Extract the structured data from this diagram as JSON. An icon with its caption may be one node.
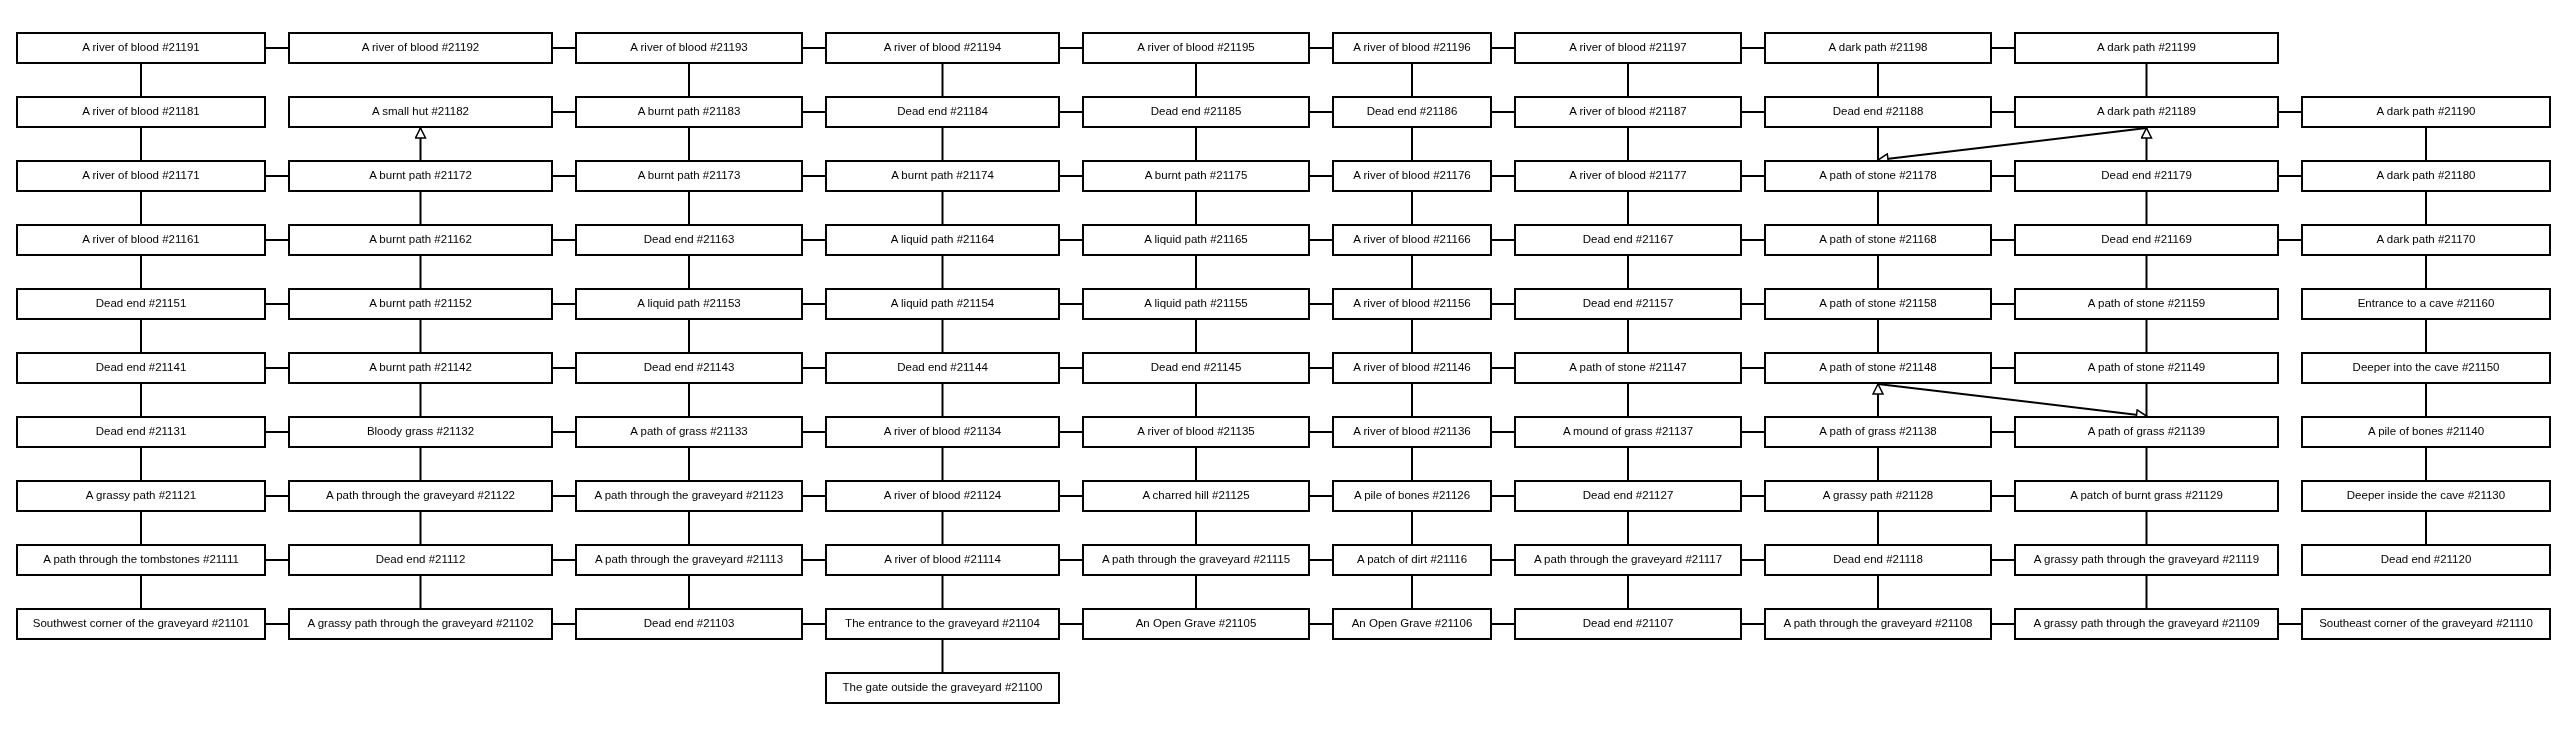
{
  "diagram": {
    "nodes": [
      {
        "text": [
          "A river of blood #21191"
        ]
      },
      {
        "text": [
          "A river of blood #21192"
        ]
      },
      {
        "text": [
          "A river of blood #21193"
        ]
      },
      {
        "text": [
          "A river of blood #21194"
        ]
      },
      {
        "text": [
          "A river of blood #21195"
        ]
      },
      {
        "text": [
          "A river of blood #21196"
        ]
      },
      {
        "text": [
          "A river of blood #21197"
        ]
      },
      {
        "text": [
          "A dark path #21198"
        ]
      },
      {
        "text": [
          "A dark path #21199"
        ]
      },
      {
        "text": [
          "A river of blood #21181"
        ]
      },
      {
        "text": [
          "A small hut #21182"
        ]
      },
      {
        "text": [
          "A burnt path #21183"
        ]
      },
      {
        "text": [
          "Dead end #21184"
        ]
      },
      {
        "text": [
          "Dead end #21185"
        ]
      },
      {
        "text": [
          "Dead end #21186"
        ]
      },
      {
        "text": [
          "A river of blood #21187"
        ]
      },
      {
        "text": [
          "Dead end #21188"
        ]
      },
      {
        "text": [
          "A dark path #21189"
        ]
      },
      {
        "text": [
          "A dark path #21190"
        ]
      },
      {
        "text": [
          "A river of blood #21171"
        ]
      },
      {
        "text": [
          "A burnt path #21172"
        ]
      },
      {
        "text": [
          "A burnt path #21173"
        ]
      },
      {
        "text": [
          "A burnt path #21174"
        ]
      },
      {
        "text": [
          "A burnt path #21175"
        ]
      },
      {
        "text": [
          "A river of blood #21176"
        ]
      },
      {
        "text": [
          "A river of blood #21177"
        ]
      },
      {
        "text": [
          "A path of stone #21178"
        ]
      },
      {
        "text": [
          "Dead end #21179"
        ]
      },
      {
        "text": [
          "A dark path #21180"
        ]
      },
      {
        "text": [
          "A river of blood #21161"
        ]
      },
      {
        "text": [
          "A burnt path #21162"
        ]
      },
      {
        "text": [
          "Dead end #21163"
        ]
      },
      {
        "text": [
          "A liquid path #21164"
        ]
      },
      {
        "text": [
          "A liquid path #21165"
        ]
      },
      {
        "text": [
          "A river of blood #21166"
        ]
      },
      {
        "text": [
          "Dead end #21167"
        ]
      },
      {
        "text": [
          "A path of stone #21168"
        ]
      },
      {
        "text": [
          "Dead end #21169"
        ]
      },
      {
        "text": [
          "A dark path #21170"
        ]
      },
      {
        "text": [
          "Dead end #21151"
        ]
      },
      {
        "text": [
          "A burnt path #21152"
        ]
      },
      {
        "text": [
          "A liquid path #21153"
        ]
      },
      {
        "text": [
          "A liquid path #21154"
        ]
      },
      {
        "text": [
          "A liquid path #21155"
        ]
      },
      {
        "text": [
          "A river of blood #21156"
        ]
      },
      {
        "text": [
          "Dead end #21157"
        ]
      },
      {
        "text": [
          "A path of stone #21158"
        ]
      },
      {
        "text": [
          "A path of stone #21159"
        ]
      },
      {
        "text": [
          "Entrance to a cave #21160"
        ]
      },
      {
        "text": [
          "Dead end #21141"
        ]
      },
      {
        "text": [
          "A burnt path #21142"
        ]
      },
      {
        "text": [
          "Dead end #21143"
        ]
      },
      {
        "text": [
          "Dead end #21144"
        ]
      },
      {
        "text": [
          "Dead end #21145"
        ]
      },
      {
        "text": [
          "A river of blood #21146"
        ]
      },
      {
        "text": [
          "A path of stone #21147"
        ]
      },
      {
        "text": [
          "A path of stone #21148"
        ]
      },
      {
        "text": [
          "A path of stone #21149"
        ]
      },
      {
        "text": [
          "Deeper into the cave #21150"
        ]
      },
      {
        "text": [
          "Dead end #21131"
        ]
      },
      {
        "text": [
          "Bloody grass #21132"
        ]
      },
      {
        "text": [
          "A path of grass #21133"
        ]
      },
      {
        "text": [
          "A river of blood #21134"
        ]
      },
      {
        "text": [
          "A river of blood #21135"
        ]
      },
      {
        "text": [
          "A river of blood #21136"
        ]
      },
      {
        "text": [
          "A mound of grass #21137"
        ]
      },
      {
        "text": [
          "A path of grass #21138"
        ]
      },
      {
        "text": [
          "A path of grass #21139"
        ]
      },
      {
        "text": [
          "A pile of bones #21140"
        ]
      },
      {
        "text": [
          "A grassy path #21121"
        ]
      },
      {
        "text": [
          "A path through the graveyard #21122"
        ]
      },
      {
        "text": [
          "A path through the graveyard #21123"
        ]
      },
      {
        "text": [
          "A river of blood #21124"
        ]
      },
      {
        "text": [
          "A charred hill #21125"
        ]
      },
      {
        "text": [
          "A pile of bones #21126"
        ]
      },
      {
        "text": [
          "Dead end #21127"
        ]
      },
      {
        "text": [
          "A grassy path #21128"
        ]
      },
      {
        "text": [
          "A patch of burnt grass #21129"
        ]
      },
      {
        "text": [
          "Deeper inside the cave #21130"
        ]
      },
      {
        "text": [
          "A path through the tombstones #21111"
        ]
      },
      {
        "text": [
          "Dead end #21112"
        ]
      },
      {
        "text": [
          "A path through the graveyard #21113"
        ]
      },
      {
        "text": [
          "A river of blood #21114"
        ]
      },
      {
        "text": [
          "A path through the graveyard #21115"
        ]
      },
      {
        "text": [
          "A patch of dirt #21116"
        ]
      },
      {
        "text": [
          "A path through the graveyard #21117"
        ]
      },
      {
        "text": [
          "Dead end #21118"
        ]
      },
      {
        "text": [
          "A grassy path through the graveyard #21119"
        ]
      },
      {
        "text": [
          "Dead end #21120"
        ]
      },
      {
        "text": [
          "Southwest corner of the graveyard #21101"
        ]
      },
      {
        "text": [
          "A grassy path through the graveyard #21102"
        ]
      },
      {
        "text": [
          "Dead end #21103"
        ]
      },
      {
        "text": [
          "The entrance to the graveyard #21104"
        ]
      },
      {
        "text": [
          "An Open Grave #21105"
        ]
      },
      {
        "text": [
          "An Open Grave #21106"
        ]
      },
      {
        "text": [
          "Dead end #21107"
        ]
      },
      {
        "text": [
          "A path through the graveyard #21108"
        ]
      },
      {
        "text": [
          "A grassy path through the graveyard #21109"
        ]
      },
      {
        "text": [
          "Southeast corner of the graveyard #21110"
        ]
      },
      {
        "text": [
          "The gate outside the graveyard #21100"
        ]
      }
    ],
    "edges": [
      {
        "from": 0,
        "to": 1,
        "arrow": "none"
      },
      {
        "from": 1,
        "to": 2,
        "arrow": "none"
      },
      {
        "from": 2,
        "to": 3,
        "arrow": "none"
      },
      {
        "from": 3,
        "to": 4,
        "arrow": "none"
      },
      {
        "from": 4,
        "to": 5,
        "arrow": "none"
      },
      {
        "from": 5,
        "to": 6,
        "arrow": "none"
      },
      {
        "from": 6,
        "to": 7,
        "arrow": "none"
      },
      {
        "from": 7,
        "to": 8,
        "arrow": "none"
      },
      {
        "from": 10,
        "to": 11,
        "arrow": "none"
      },
      {
        "from": 11,
        "to": 12,
        "arrow": "none"
      },
      {
        "from": 12,
        "to": 13,
        "arrow": "none"
      },
      {
        "from": 13,
        "to": 14,
        "arrow": "none"
      },
      {
        "from": 14,
        "to": 15,
        "arrow": "none"
      },
      {
        "from": 15,
        "to": 16,
        "arrow": "none"
      },
      {
        "from": 16,
        "to": 17,
        "arrow": "none"
      },
      {
        "from": 17,
        "to": 18,
        "arrow": "none"
      },
      {
        "from": 19,
        "to": 20,
        "arrow": "none"
      },
      {
        "from": 20,
        "to": 21,
        "arrow": "none"
      },
      {
        "from": 21,
        "to": 22,
        "arrow": "none"
      },
      {
        "from": 22,
        "to": 23,
        "arrow": "none"
      },
      {
        "from": 23,
        "to": 24,
        "arrow": "none"
      },
      {
        "from": 24,
        "to": 25,
        "arrow": "none"
      },
      {
        "from": 25,
        "to": 26,
        "arrow": "none"
      },
      {
        "from": 26,
        "to": 27,
        "arrow": "none"
      },
      {
        "from": 27,
        "to": 28,
        "arrow": "none"
      },
      {
        "from": 29,
        "to": 30,
        "arrow": "none"
      },
      {
        "from": 30,
        "to": 31,
        "arrow": "none"
      },
      {
        "from": 31,
        "to": 32,
        "arrow": "none"
      },
      {
        "from": 32,
        "to": 33,
        "arrow": "none"
      },
      {
        "from": 33,
        "to": 34,
        "arrow": "none"
      },
      {
        "from": 34,
        "to": 35,
        "arrow": "none"
      },
      {
        "from": 35,
        "to": 36,
        "arrow": "none"
      },
      {
        "from": 36,
        "to": 37,
        "arrow": "none"
      },
      {
        "from": 37,
        "to": 38,
        "arrow": "none"
      },
      {
        "from": 39,
        "to": 40,
        "arrow": "none"
      },
      {
        "from": 40,
        "to": 41,
        "arrow": "none"
      },
      {
        "from": 41,
        "to": 42,
        "arrow": "none"
      },
      {
        "from": 42,
        "to": 43,
        "arrow": "none"
      },
      {
        "from": 43,
        "to": 44,
        "arrow": "none"
      },
      {
        "from": 44,
        "to": 45,
        "arrow": "none"
      },
      {
        "from": 45,
        "to": 46,
        "arrow": "none"
      },
      {
        "from": 46,
        "to": 47,
        "arrow": "none"
      },
      {
        "from": 49,
        "to": 50,
        "arrow": "none"
      },
      {
        "from": 50,
        "to": 51,
        "arrow": "none"
      },
      {
        "from": 51,
        "to": 52,
        "arrow": "none"
      },
      {
        "from": 52,
        "to": 53,
        "arrow": "none"
      },
      {
        "from": 53,
        "to": 54,
        "arrow": "none"
      },
      {
        "from": 54,
        "to": 55,
        "arrow": "none"
      },
      {
        "from": 55,
        "to": 56,
        "arrow": "none"
      },
      {
        "from": 56,
        "to": 57,
        "arrow": "none"
      },
      {
        "from": 59,
        "to": 60,
        "arrow": "none"
      },
      {
        "from": 60,
        "to": 61,
        "arrow": "none"
      },
      {
        "from": 61,
        "to": 62,
        "arrow": "none"
      },
      {
        "from": 62,
        "to": 63,
        "arrow": "none"
      },
      {
        "from": 63,
        "to": 64,
        "arrow": "none"
      },
      {
        "from": 64,
        "to": 65,
        "arrow": "none"
      },
      {
        "from": 65,
        "to": 66,
        "arrow": "none"
      },
      {
        "from": 66,
        "to": 67,
        "arrow": "none"
      },
      {
        "from": 69,
        "to": 70,
        "arrow": "none"
      },
      {
        "from": 70,
        "to": 71,
        "arrow": "none"
      },
      {
        "from": 71,
        "to": 72,
        "arrow": "none"
      },
      {
        "from": 72,
        "to": 73,
        "arrow": "none"
      },
      {
        "from": 73,
        "to": 74,
        "arrow": "none"
      },
      {
        "from": 74,
        "to": 75,
        "arrow": "none"
      },
      {
        "from": 75,
        "to": 76,
        "arrow": "none"
      },
      {
        "from": 76,
        "to": 77,
        "arrow": "none"
      },
      {
        "from": 79,
        "to": 80,
        "arrow": "none"
      },
      {
        "from": 80,
        "to": 81,
        "arrow": "none"
      },
      {
        "from": 81,
        "to": 82,
        "arrow": "none"
      },
      {
        "from": 82,
        "to": 83,
        "arrow": "none"
      },
      {
        "from": 83,
        "to": 84,
        "arrow": "none"
      },
      {
        "from": 84,
        "to": 85,
        "arrow": "none"
      },
      {
        "from": 85,
        "to": 86,
        "arrow": "none"
      },
      {
        "from": 86,
        "to": 87,
        "arrow": "none"
      },
      {
        "from": 89,
        "to": 90,
        "arrow": "none"
      },
      {
        "from": 90,
        "to": 91,
        "arrow": "none"
      },
      {
        "from": 91,
        "to": 92,
        "arrow": "none"
      },
      {
        "from": 92,
        "to": 93,
        "arrow": "none"
      },
      {
        "from": 93,
        "to": 94,
        "arrow": "none"
      },
      {
        "from": 94,
        "to": 95,
        "arrow": "none"
      },
      {
        "from": 95,
        "to": 96,
        "arrow": "none"
      },
      {
        "from": 96,
        "to": 97,
        "arrow": "none"
      },
      {
        "from": 97,
        "to": 98,
        "arrow": "none"
      },
      {
        "from": 0,
        "to": 9,
        "arrow": "none"
      },
      {
        "from": 2,
        "to": 11,
        "arrow": "none"
      },
      {
        "from": 3,
        "to": 12,
        "arrow": "none"
      },
      {
        "from": 4,
        "to": 13,
        "arrow": "none"
      },
      {
        "from": 5,
        "to": 14,
        "arrow": "none"
      },
      {
        "from": 6,
        "to": 15,
        "arrow": "none"
      },
      {
        "from": 7,
        "to": 16,
        "arrow": "none"
      },
      {
        "from": 8,
        "to": 17,
        "arrow": "none"
      },
      {
        "from": 9,
        "to": 19,
        "arrow": "none"
      },
      {
        "from": 20,
        "to": 10,
        "arrow": "to"
      },
      {
        "from": 11,
        "to": 21,
        "arrow": "none"
      },
      {
        "from": 12,
        "to": 22,
        "arrow": "none"
      },
      {
        "from": 13,
        "to": 23,
        "arrow": "none"
      },
      {
        "from": 14,
        "to": 24,
        "arrow": "none"
      },
      {
        "from": 15,
        "to": 25,
        "arrow": "none"
      },
      {
        "from": 16,
        "to": 26,
        "arrow": "none"
      },
      {
        "from": 27,
        "to": 17,
        "arrow": "to"
      },
      {
        "from": 18,
        "to": 28,
        "arrow": "none"
      },
      {
        "from": 17,
        "to": 26,
        "arrow": "to"
      },
      {
        "from": 19,
        "to": 29,
        "arrow": "none"
      },
      {
        "from": 20,
        "to": 30,
        "arrow": "none"
      },
      {
        "from": 21,
        "to": 31,
        "arrow": "none"
      },
      {
        "from": 22,
        "to": 32,
        "arrow": "none"
      },
      {
        "from": 23,
        "to": 33,
        "arrow": "none"
      },
      {
        "from": 24,
        "to": 34,
        "arrow": "none"
      },
      {
        "from": 25,
        "to": 35,
        "arrow": "none"
      },
      {
        "from": 26,
        "to": 36,
        "arrow": "none"
      },
      {
        "from": 27,
        "to": 37,
        "arrow": "none"
      },
      {
        "from": 28,
        "to": 38,
        "arrow": "none"
      },
      {
        "from": 29,
        "to": 39,
        "arrow": "none"
      },
      {
        "from": 30,
        "to": 40,
        "arrow": "none"
      },
      {
        "from": 31,
        "to": 41,
        "arrow": "none"
      },
      {
        "from": 32,
        "to": 42,
        "arrow": "none"
      },
      {
        "from": 33,
        "to": 43,
        "arrow": "none"
      },
      {
        "from": 34,
        "to": 44,
        "arrow": "none"
      },
      {
        "from": 35,
        "to": 45,
        "arrow": "none"
      },
      {
        "from": 36,
        "to": 46,
        "arrow": "none"
      },
      {
        "from": 37,
        "to": 47,
        "arrow": "none"
      },
      {
        "from": 38,
        "to": 48,
        "arrow": "none"
      },
      {
        "from": 39,
        "to": 49,
        "arrow": "none"
      },
      {
        "from": 40,
        "to": 50,
        "arrow": "none"
      },
      {
        "from": 41,
        "to": 51,
        "arrow": "none"
      },
      {
        "from": 42,
        "to": 52,
        "arrow": "none"
      },
      {
        "from": 43,
        "to": 53,
        "arrow": "none"
      },
      {
        "from": 44,
        "to": 54,
        "arrow": "none"
      },
      {
        "from": 45,
        "to": 55,
        "arrow": "none"
      },
      {
        "from": 46,
        "to": 56,
        "arrow": "none"
      },
      {
        "from": 47,
        "to": 57,
        "arrow": "none"
      },
      {
        "from": 48,
        "to": 58,
        "arrow": "none"
      },
      {
        "from": 49,
        "to": 59,
        "arrow": "none"
      },
      {
        "from": 50,
        "to": 60,
        "arrow": "none"
      },
      {
        "from": 51,
        "to": 61,
        "arrow": "none"
      },
      {
        "from": 52,
        "to": 62,
        "arrow": "none"
      },
      {
        "from": 53,
        "to": 63,
        "arrow": "none"
      },
      {
        "from": 54,
        "to": 64,
        "arrow": "none"
      },
      {
        "from": 55,
        "to": 65,
        "arrow": "none"
      },
      {
        "from": 66,
        "to": 56,
        "arrow": "to"
      },
      {
        "from": 57,
        "to": 67,
        "arrow": "none"
      },
      {
        "from": 58,
        "to": 68,
        "arrow": "none"
      },
      {
        "from": 56,
        "to": 67,
        "arrow": "to"
      },
      {
        "from": 59,
        "to": 69,
        "arrow": "none"
      },
      {
        "from": 60,
        "to": 70,
        "arrow": "none"
      },
      {
        "from": 61,
        "to": 71,
        "arrow": "none"
      },
      {
        "from": 62,
        "to": 72,
        "arrow": "none"
      },
      {
        "from": 63,
        "to": 73,
        "arrow": "none"
      },
      {
        "from": 64,
        "to": 74,
        "arrow": "none"
      },
      {
        "from": 65,
        "to": 75,
        "arrow": "none"
      },
      {
        "from": 66,
        "to": 76,
        "arrow": "none"
      },
      {
        "from": 67,
        "to": 77,
        "arrow": "none"
      },
      {
        "from": 68,
        "to": 78,
        "arrow": "none"
      },
      {
        "from": 69,
        "to": 79,
        "arrow": "none"
      },
      {
        "from": 70,
        "to": 80,
        "arrow": "none"
      },
      {
        "from": 71,
        "to": 81,
        "arrow": "none"
      },
      {
        "from": 72,
        "to": 82,
        "arrow": "none"
      },
      {
        "from": 73,
        "to": 83,
        "arrow": "none"
      },
      {
        "from": 74,
        "to": 84,
        "arrow": "none"
      },
      {
        "from": 75,
        "to": 85,
        "arrow": "none"
      },
      {
        "from": 76,
        "to": 86,
        "arrow": "none"
      },
      {
        "from": 77,
        "to": 87,
        "arrow": "none"
      },
      {
        "from": 78,
        "to": 88,
        "arrow": "none"
      },
      {
        "from": 79,
        "to": 89,
        "arrow": "none"
      },
      {
        "from": 80,
        "to": 90,
        "arrow": "none"
      },
      {
        "from": 81,
        "to": 91,
        "arrow": "none"
      },
      {
        "from": 82,
        "to": 92,
        "arrow": "none"
      },
      {
        "from": 83,
        "to": 93,
        "arrow": "none"
      },
      {
        "from": 84,
        "to": 94,
        "arrow": "none"
      },
      {
        "from": 85,
        "to": 95,
        "arrow": "none"
      },
      {
        "from": 86,
        "to": 96,
        "arrow": "none"
      },
      {
        "from": 87,
        "to": 97,
        "arrow": "none"
      },
      {
        "from": 92,
        "to": 99,
        "arrow": "none"
      }
    ]
  }
}
